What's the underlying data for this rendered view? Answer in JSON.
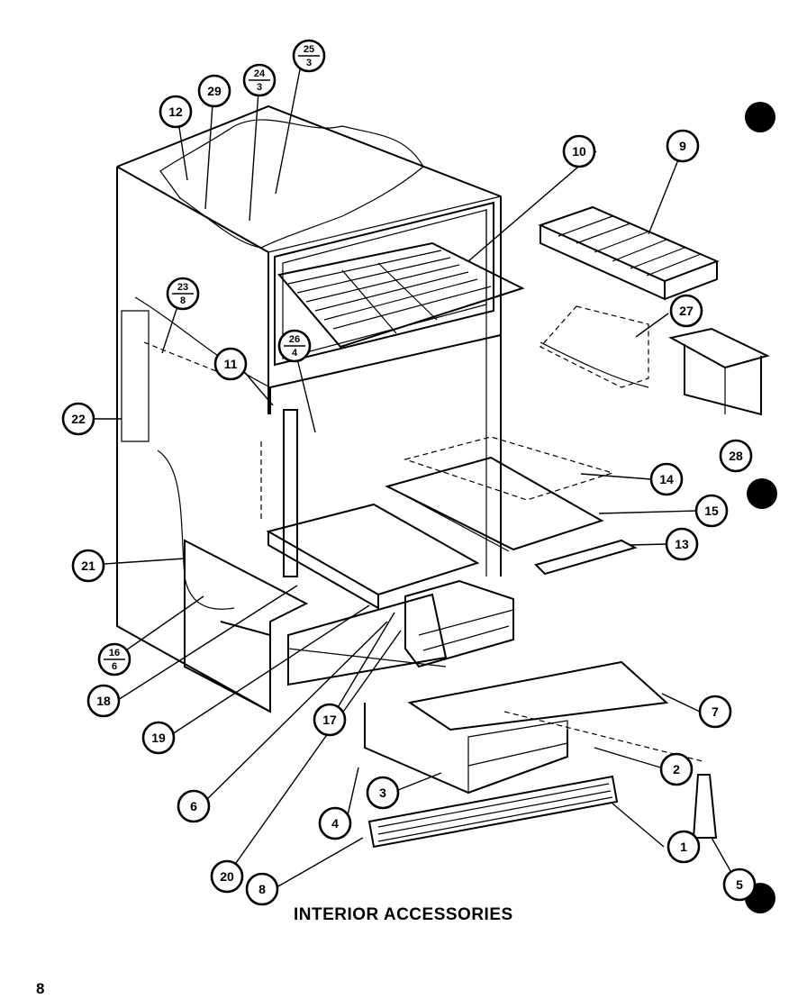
{
  "title": "INTERIOR ACCESSORIES",
  "page_number": "8",
  "callouts": [
    {
      "id": "c1",
      "label": "1"
    },
    {
      "id": "c2",
      "label": "2"
    },
    {
      "id": "c3",
      "label": "3"
    },
    {
      "id": "c4",
      "label": "4"
    },
    {
      "id": "c5",
      "label": "5"
    },
    {
      "id": "c6",
      "label": "6"
    },
    {
      "id": "c7",
      "label": "7"
    },
    {
      "id": "c8",
      "label": "8"
    },
    {
      "id": "c9",
      "label": "9"
    },
    {
      "id": "c10",
      "label": "10"
    },
    {
      "id": "c11",
      "label": "11"
    },
    {
      "id": "c12",
      "label": "12"
    },
    {
      "id": "c13",
      "label": "13"
    },
    {
      "id": "c14",
      "label": "14"
    },
    {
      "id": "c15",
      "label": "15"
    },
    {
      "id": "c17",
      "label": "17"
    },
    {
      "id": "c18",
      "label": "18"
    },
    {
      "id": "c19",
      "label": "19"
    },
    {
      "id": "c20",
      "label": "20"
    },
    {
      "id": "c21",
      "label": "21"
    },
    {
      "id": "c22",
      "label": "22"
    },
    {
      "id": "c27",
      "label": "27"
    },
    {
      "id": "c28",
      "label": "28"
    },
    {
      "id": "c29",
      "label": "29"
    }
  ],
  "fraction_callouts": [
    {
      "id": "f16",
      "top": "16",
      "bottom": "6"
    },
    {
      "id": "f23",
      "top": "23",
      "bottom": "8"
    },
    {
      "id": "f24",
      "top": "24",
      "bottom": "3"
    },
    {
      "id": "f25",
      "top": "25",
      "bottom": "3"
    },
    {
      "id": "f26",
      "top": "26",
      "bottom": "4"
    }
  ]
}
